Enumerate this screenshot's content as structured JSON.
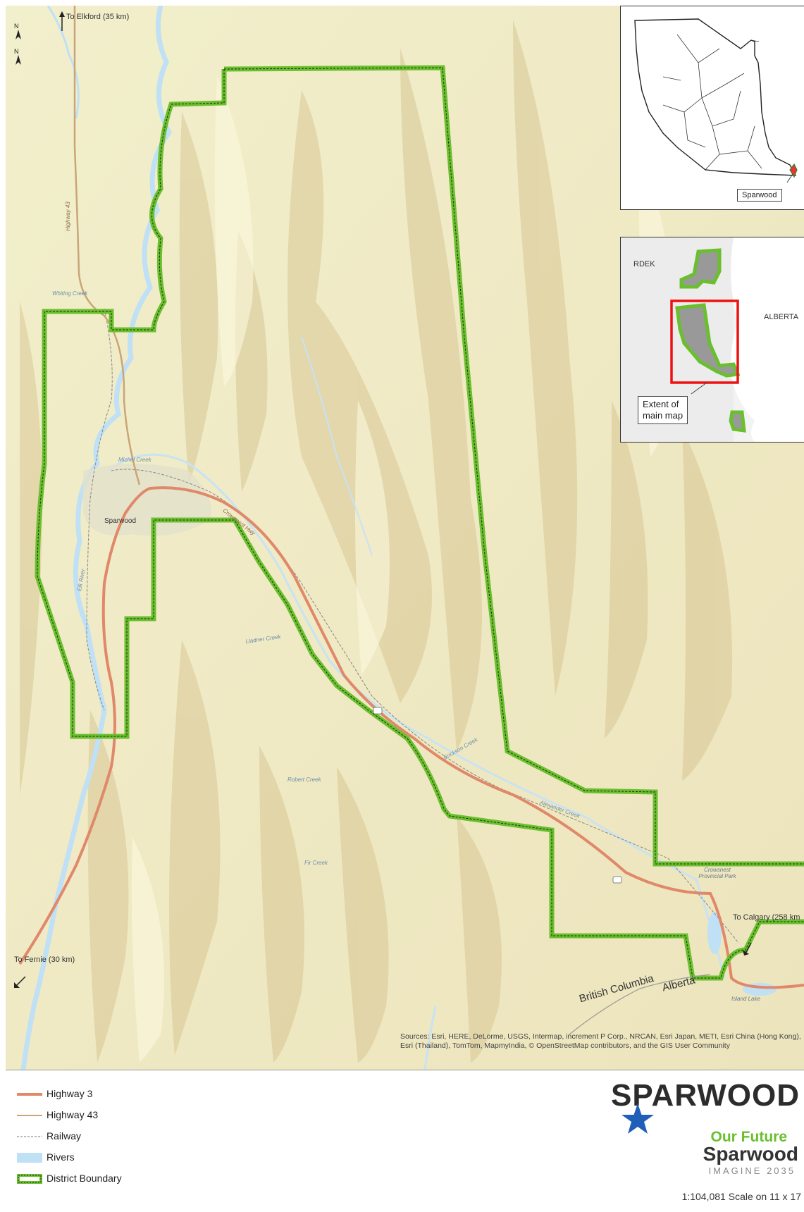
{
  "map": {
    "labels": {
      "elkford": "To Elkford (35 km)",
      "fernie": "To Fernie (30 km)",
      "calgary": "To Calgary (258 km",
      "sparwood": "Sparwood",
      "bc": "British Columbia",
      "alberta": "Alberta",
      "crowsnest_park": "Crowsnest Provincial Park",
      "island_lake": "Island Lake",
      "highway43": "Highway 43",
      "whiting_creek": "Whiting Creek",
      "michel_creek": "Michel Creek",
      "crowsnest_hwy": "Crowsnest Hwy",
      "alexander_creek": "Alexander Creek",
      "erickson_creek": "Erickson Creek",
      "fir_creek": "Fir Creek",
      "robert_creek": "Robert Creek",
      "lladner_creek": "Lladner Creek",
      "elk_river": "Elk River"
    },
    "sources": "Sources: Esri, HERE, DeLorme, USGS, Intermap, increment P Corp., NRCAN, Esri Japan, METI, Esri China (Hong Kong), Esri (Thailand), TomTom, MapmyIndia, © OpenStreetMap contributors, and the GIS User Community"
  },
  "inset_bc": {
    "label": "Sparwood"
  },
  "inset_regional": {
    "rdek": "RDEK",
    "alberta": "ALBERTA",
    "extent_line1": "Extent of",
    "extent_line2": "main map"
  },
  "legend": [
    {
      "key": "highway3",
      "label": "Highway 3",
      "color": "#e0886a"
    },
    {
      "key": "highway43",
      "label": "Highway 43",
      "color": "#c9a577"
    },
    {
      "key": "railway",
      "label": "Railway",
      "color": "#777777"
    },
    {
      "key": "rivers",
      "label": "Rivers",
      "color": "#bfe0f5"
    },
    {
      "key": "boundary",
      "label": "District Boundary",
      "color": "#6abf2e"
    }
  ],
  "logo": {
    "title": "SPARWOOD",
    "tag1": "Our Future",
    "tag2": "Sparwood",
    "tag3": "IMAGINE 2035"
  },
  "scale": "1:104,081 Scale on 11 x 17",
  "colors": {
    "terrain": "#f0ecc6",
    "ridge": "#d9c99a",
    "boundary": "#6abf2e",
    "highway3": "#e0886a",
    "highway43": "#c9a577",
    "river": "#bfe0f5",
    "star": "#1f5fb8",
    "logo_green": "#6abf2e"
  }
}
